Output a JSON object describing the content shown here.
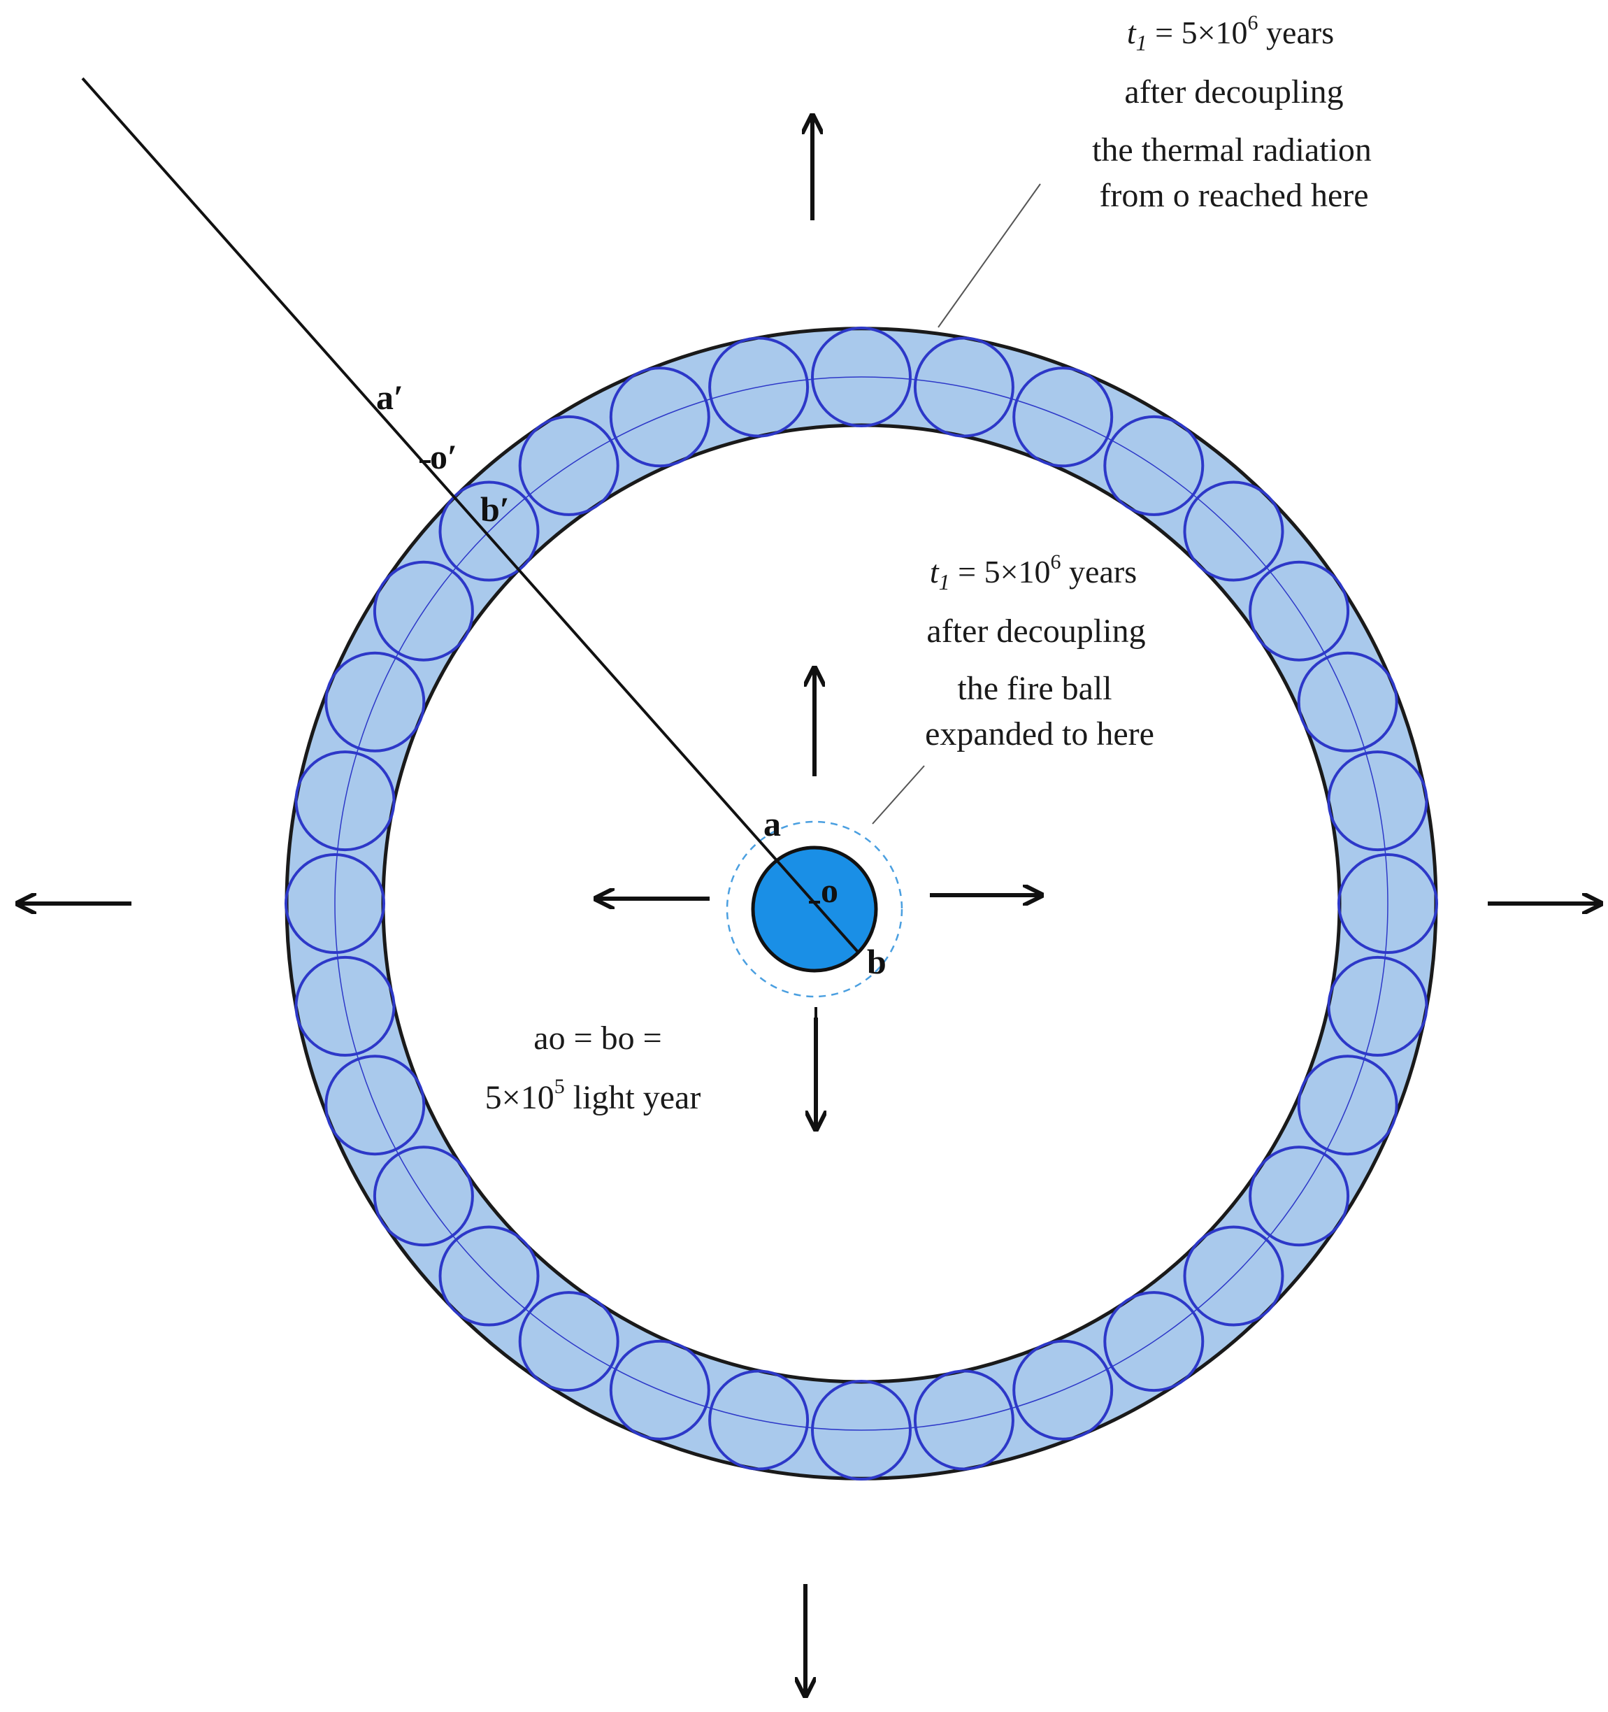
{
  "colors": {
    "ring_fill": "#a9c9ec",
    "ring_stroke": "#1a1a1a",
    "blob_stroke": "#2d38c8",
    "fireball_fill": "#1a8fe6",
    "dashed_circle": "#4a9fe0",
    "ink": "#111111"
  },
  "annotations": {
    "outer": {
      "line1_t": "t",
      "line1_sub": "1",
      "line1_eq": " = 5×10",
      "line1_exp": "6",
      "line1_unit": " years",
      "line2": "after decoupling",
      "line3": "the thermal radiation",
      "line4": "from o reached here"
    },
    "inner": {
      "line1_t": "t",
      "line1_sub": "1",
      "line1_eq": " = 5×10",
      "line1_exp": "6",
      "line1_unit": " years",
      "line2": "after decoupling",
      "line3": "the fire ball",
      "line4": "expanded to here"
    },
    "distance": {
      "line1": "ao = bo =",
      "line2_base": "5×10",
      "line2_exp": "5",
      "line2_unit": " light year"
    }
  },
  "point_labels": {
    "a": "a",
    "o": "o",
    "b": "b",
    "a_prime": "a′",
    "o_prime": "o′",
    "b_prime": "b′"
  }
}
